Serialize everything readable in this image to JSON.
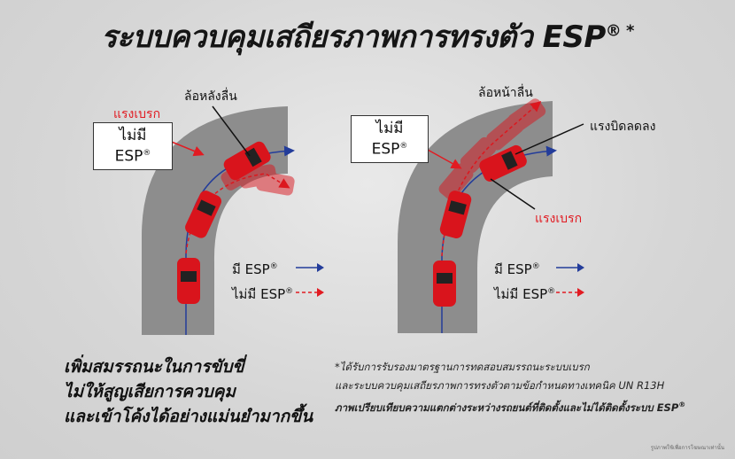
{
  "title": {
    "text": "ระบบควบคุมเสถียรภาพการทรงตัว ESP",
    "sup": "® *"
  },
  "left_panel": {
    "callout_line1": "ไม่มี",
    "callout_line2": "ESP",
    "callout_sup": "®",
    "label_brake": "แรงเบรก",
    "label_rear_skid": "ล้อหลังลื่น",
    "legend_with": "มี ESP",
    "legend_without": "ไม่มี ESP",
    "legend_sup": "®"
  },
  "right_panel": {
    "callout_line1": "ไม่มี",
    "callout_line2": "ESP",
    "callout_sup": "®",
    "label_front_skid": "ล้อหน้าลื่น",
    "label_torque_reduce": "แรงบิดลดลง",
    "label_brake": "แรงเบรก",
    "legend_with": "มี ESP",
    "legend_without": "ไม่มี ESP",
    "legend_sup": "®"
  },
  "bottom_left": {
    "line1": "เพิ่มสมรรถนะในการขับขี่",
    "line2": "ไม่ให้สูญเสียการควบคุม",
    "line3": "และเข้าโค้งได้อย่างแม่นยำมากขึ้น"
  },
  "bottom_right": {
    "line1": "*ได้รับการรับรองมาตรฐานการทดสอบสมรรถนะระบบเบรก",
    "line2": "และระบบควบคุมเสถียรภาพการทรงตัวตามข้อกำหนดทางเทคนิค UN R13H",
    "line3": "ภาพเปรียบเทียบความแตกต่างระหว่างรถยนต์ที่ติดตั้งและไม่ได้ติดตั้งระบบ ESP",
    "line3_sup": "®"
  },
  "footnote": "รูปภาพใช้เพื่อการโฆษณาเท่านั้น",
  "colors": {
    "road": "#8c8c8c",
    "car": "#d9141c",
    "arrow_blue": "#233c9a",
    "arrow_red": "#e11b22"
  }
}
